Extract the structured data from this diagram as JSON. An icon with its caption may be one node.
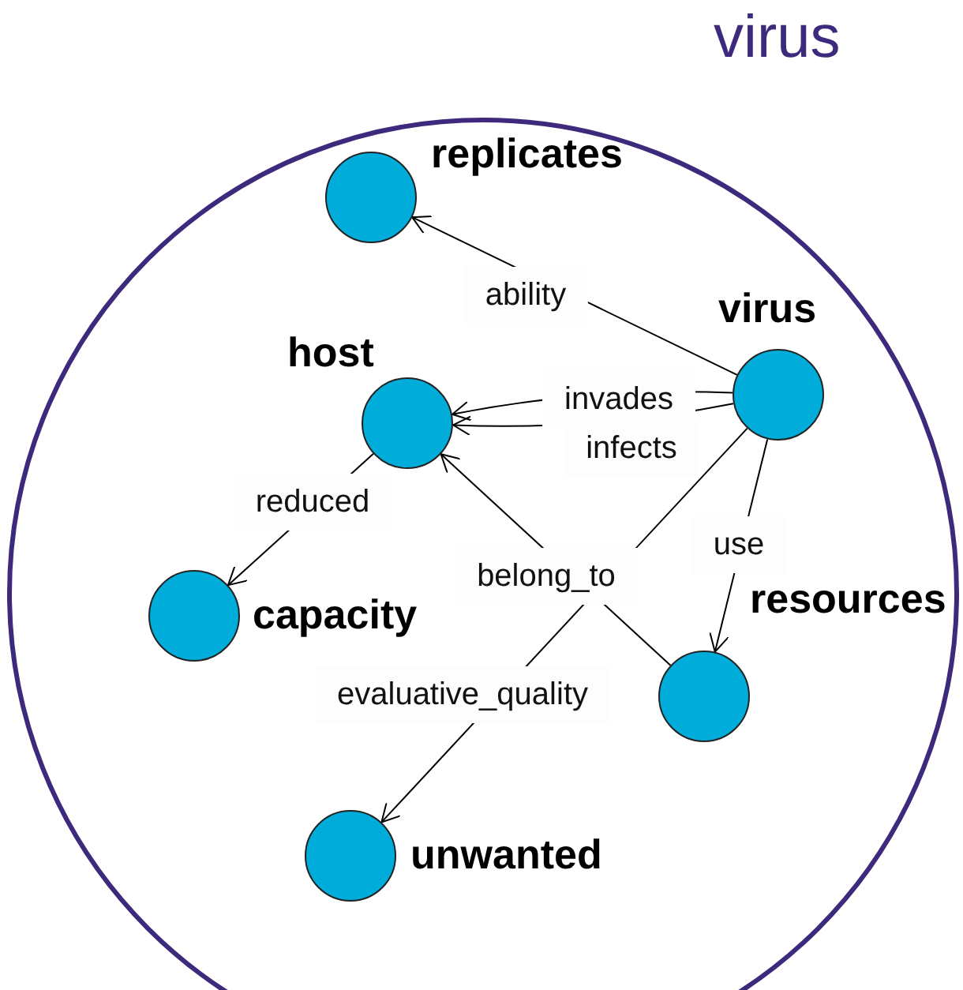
{
  "diagram": {
    "nodes": [
      {
        "text": [
          "virus"
        ]
      },
      {
        "text": [
          "replicates"
        ],
        "in": 0
      },
      {
        "text": [
          "virus"
        ],
        "in": 0
      },
      {
        "text": [
          "host"
        ],
        "in": 0
      },
      {
        "text": [
          "resources"
        ],
        "in": 0
      },
      {
        "text": [
          "capacity"
        ],
        "in": 0
      },
      {
        "text": [
          "unwanted"
        ],
        "in": 0
      }
    ],
    "edges": [
      {
        "from": 2,
        "to": 1,
        "arrow": "to",
        "label": "ability"
      },
      {
        "from": 2,
        "to": 3,
        "arrow": "to",
        "label": "invades"
      },
      {
        "from": 2,
        "to": 3,
        "arrow": "to",
        "label": "infects"
      },
      {
        "from": 3,
        "to": 5,
        "arrow": "to",
        "label": "reduced"
      },
      {
        "from": 2,
        "to": 4,
        "arrow": "to",
        "label": "use"
      },
      {
        "from": 4,
        "to": 3,
        "arrow": "to",
        "label": "belong_to"
      },
      {
        "from": 2,
        "to": 6,
        "arrow": "to",
        "label": "evaluative_quality"
      }
    ]
  }
}
